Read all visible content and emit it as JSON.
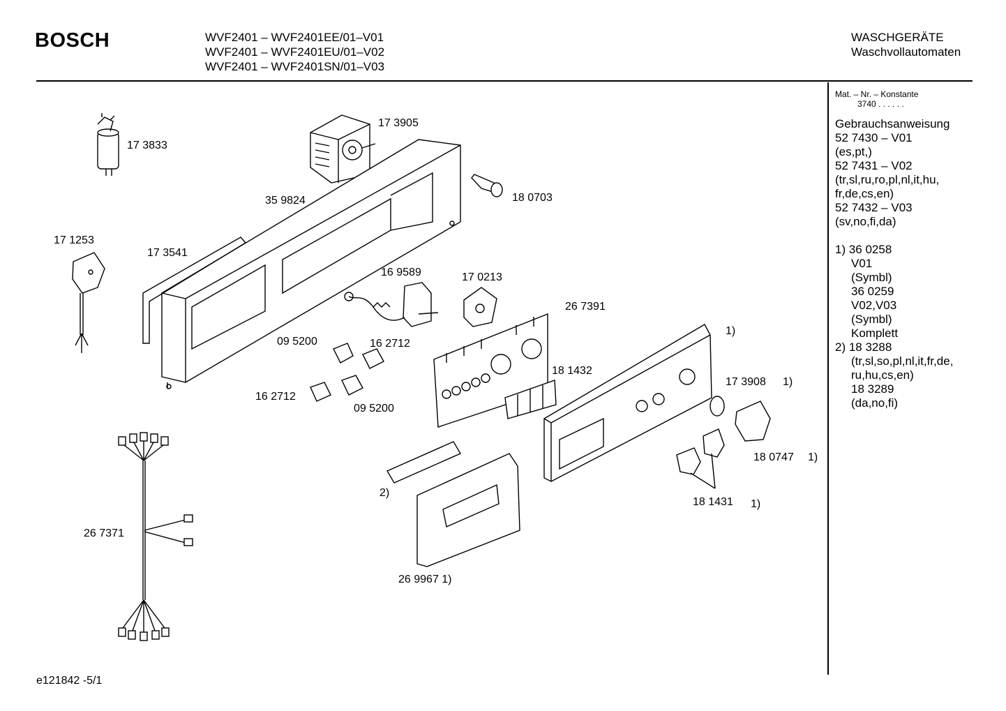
{
  "header": {
    "brand": "BOSCH",
    "models": [
      "WVF2401 – WVF2401EE/01–V01",
      "WVF2401 – WVF2401EU/01–V02",
      "WVF2401 – WVF2401SN/01–V03"
    ],
    "category": "WASCHGERÄTE",
    "subcategory": "Waschvollautomaten"
  },
  "sidebar": {
    "mat_label": "Mat. – Nr. – Konstante",
    "mat_value": "3740  .  .    .  .  .  .",
    "lines": [
      "Gebrauchsanweisung",
      "52 7430 – V01",
      "(es,pt,)",
      "52 7431 – V02",
      "(tr,sl,ru,ro,pl,nl,it,hu,",
      "fr,de,cs,en)",
      "52 7432 – V03",
      "(sv,no,fi,da)"
    ],
    "notes_1": [
      "1) 36 0258",
      "V01",
      "(Symbl)",
      "36 0259",
      "V02,V03",
      "(Symbl)",
      "Komplett"
    ],
    "notes_2": [
      "2) 18 3288",
      "(tr,sl,so,pl,nl,it,fr,de,",
      "ru,hu,cs,en)",
      "18 3289",
      "(da,no,fi)"
    ]
  },
  "part_labels": {
    "p173833": "17 3833",
    "p173905": "17 3905",
    "p180703": "18 0703",
    "p359824": "35 9824",
    "p171253": "17 1253",
    "p173541": "17 3541",
    "p169589": "16 9589",
    "p170213": "17 0213",
    "p267391": "26 7391",
    "p095200a": "09 5200",
    "p162712a": "16 2712",
    "p181432": "18 1432",
    "p162712b": "16 2712",
    "p095200b": "09 5200",
    "note_panel": "1)",
    "p173908": "17 3908",
    "note_173908": "1)",
    "p180747": "18 0747",
    "note_180747": "1)",
    "note_strip": "2)",
    "p181431": "18 1431",
    "note_181431": "1)",
    "p267371": "26 7371",
    "p269967": "26 9967 1)"
  },
  "footer": {
    "code": "e121842 -5/1"
  }
}
